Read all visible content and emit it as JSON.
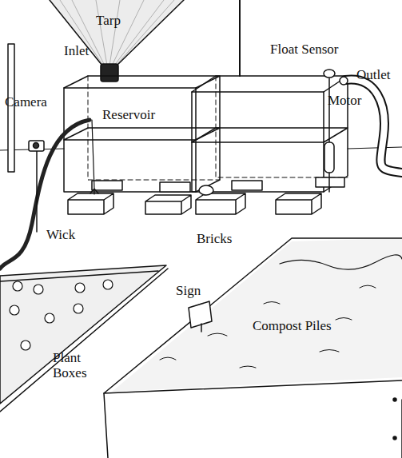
{
  "diagram": {
    "labels": [
      "Tarp",
      "Inlet",
      "Float Sensor",
      "Outlet",
      "Camera",
      "Reservoir",
      "Motor",
      "Wick",
      "Bricks",
      "Sign",
      "Compost Piles",
      "Plant Boxes"
    ]
  }
}
